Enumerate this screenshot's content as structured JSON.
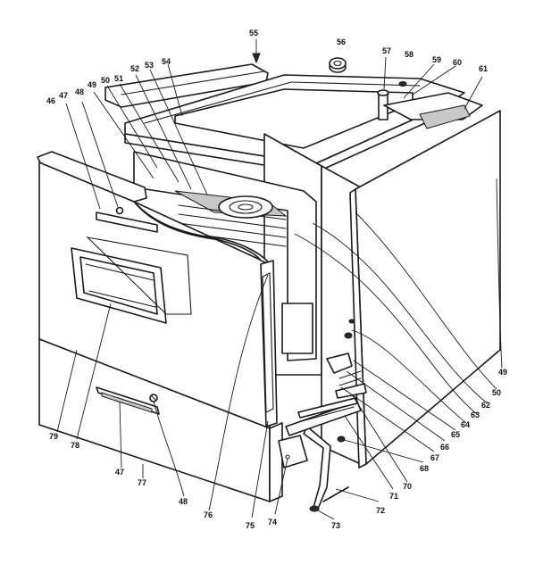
{
  "callouts": [
    {
      "id": "c46",
      "text": "46"
    },
    {
      "id": "c47a",
      "text": "47"
    },
    {
      "id": "c48a",
      "text": "48"
    },
    {
      "id": "c49a",
      "text": "49"
    },
    {
      "id": "c50a",
      "text": "50"
    },
    {
      "id": "c51",
      "text": "51"
    },
    {
      "id": "c52",
      "text": "52"
    },
    {
      "id": "c53",
      "text": "53"
    },
    {
      "id": "c54",
      "text": "54"
    },
    {
      "id": "c55",
      "text": "55"
    },
    {
      "id": "c56",
      "text": "56"
    },
    {
      "id": "c57",
      "text": "57"
    },
    {
      "id": "c58",
      "text": "58"
    },
    {
      "id": "c59",
      "text": "59"
    },
    {
      "id": "c60",
      "text": "60"
    },
    {
      "id": "c61",
      "text": "61"
    },
    {
      "id": "c49b",
      "text": "49"
    },
    {
      "id": "c50b",
      "text": "50"
    },
    {
      "id": "c62",
      "text": "62"
    },
    {
      "id": "c63",
      "text": "63"
    },
    {
      "id": "c64",
      "text": "64"
    },
    {
      "id": "c65",
      "text": "65"
    },
    {
      "id": "c66",
      "text": "66"
    },
    {
      "id": "c67",
      "text": "67"
    },
    {
      "id": "c68",
      "text": "68"
    },
    {
      "id": "c70",
      "text": "70"
    },
    {
      "id": "c71",
      "text": "71"
    },
    {
      "id": "c72",
      "text": "72"
    },
    {
      "id": "c73",
      "text": "73"
    },
    {
      "id": "c74",
      "text": "74"
    },
    {
      "id": "c75",
      "text": "75"
    },
    {
      "id": "c76",
      "text": "76"
    },
    {
      "id": "c48b",
      "text": "48"
    },
    {
      "id": "c77",
      "text": "77"
    },
    {
      "id": "c47b",
      "text": "47"
    },
    {
      "id": "c78",
      "text": "78"
    },
    {
      "id": "c79",
      "text": "79"
    }
  ]
}
